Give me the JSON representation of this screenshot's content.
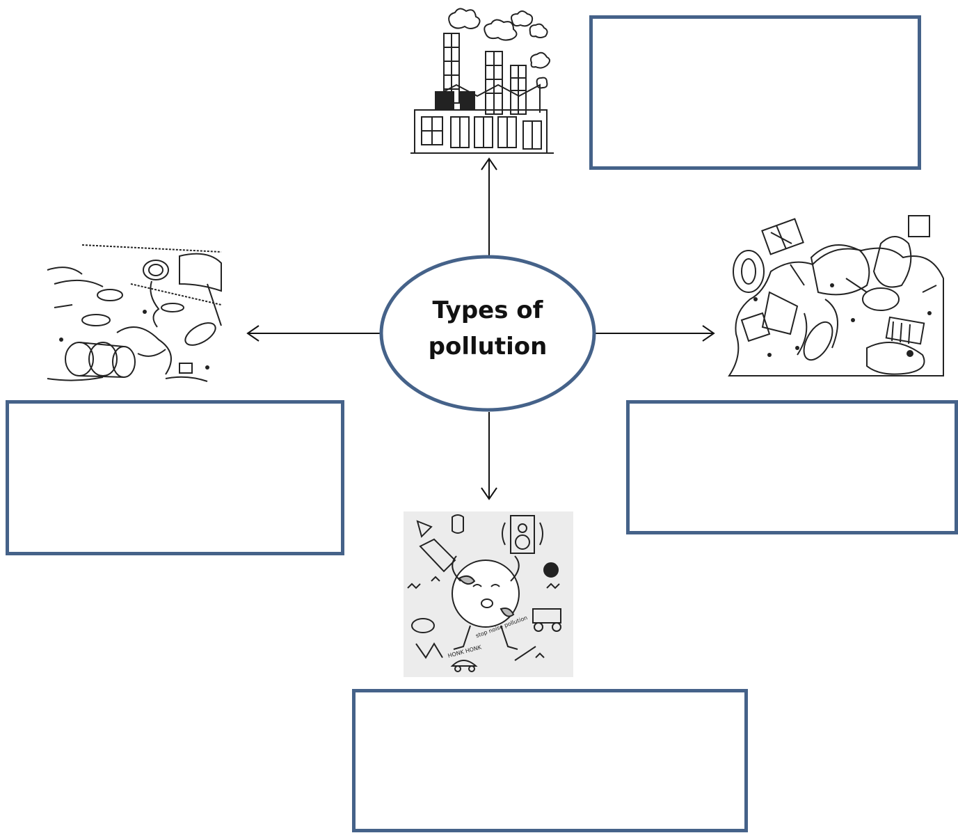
{
  "diagram": {
    "center_label_line1": "Types of",
    "center_label_line2": "pollution",
    "colors": {
      "outline": "#456289",
      "arrow": "#111111",
      "ink": "#222222"
    },
    "branches": [
      {
        "name": "air-pollution",
        "icon": "factory-icon",
        "answer_box": ""
      },
      {
        "name": "land-pollution",
        "icon": "garbage-heap-icon",
        "answer_box": ""
      },
      {
        "name": "noise-pollution",
        "icon": "noisy-earth-icon",
        "answer_box": ""
      },
      {
        "name": "water-pollution",
        "icon": "polluted-water-icon",
        "answer_box": ""
      }
    ],
    "noise_illustration_text": [
      "stop noise pollution",
      "HONK HONK"
    ]
  }
}
